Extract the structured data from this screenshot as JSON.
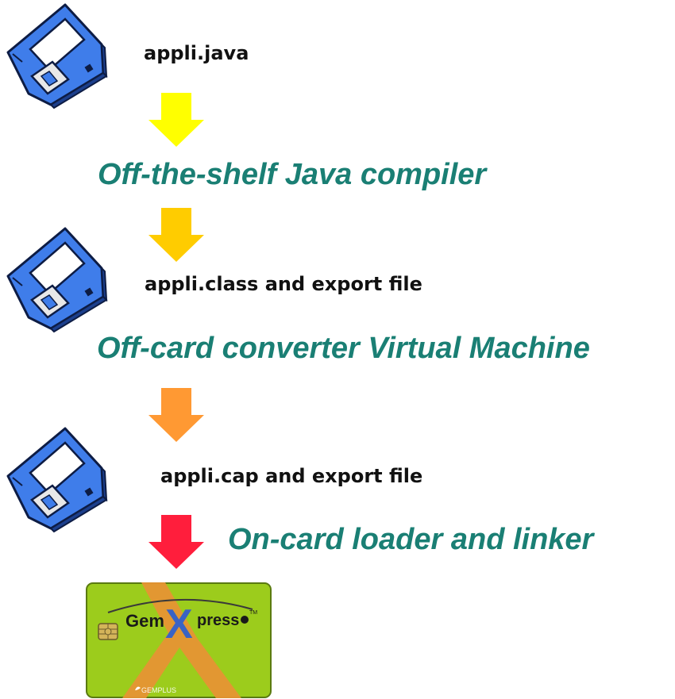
{
  "colors": {
    "tool_text": "#1a7f74",
    "floppy_body": "#3f7dea",
    "floppy_dark": "#1c3f8c",
    "card_green": "#9ccc1c",
    "card_x_orange": "#e69434",
    "card_x_blue": "#3a63c4",
    "arrow_1": "#ffff00",
    "arrow_2": "#ffcc00",
    "arrow_3": "#ff9933",
    "arrow_4": "#ff1e3c"
  },
  "steps": [
    {
      "icon": "floppy-disk-icon",
      "file_main": "appli.java",
      "file_rest": ""
    },
    {
      "icon": "floppy-disk-icon",
      "file_main": "appli.class",
      "file_rest": " and export file"
    },
    {
      "icon": "floppy-disk-icon",
      "file_main": "appli.cap",
      "file_rest": " and export file"
    }
  ],
  "tools": [
    {
      "label": "Off-the-shelf Java compiler",
      "arrow_color": "yellow"
    },
    {
      "label": "Off-card converter Virtual Machine",
      "arrow_color": "orange-yellow"
    },
    {
      "label": "On-card loader and linker",
      "arrow_color": "red"
    }
  ],
  "card": {
    "icon": "gemxpress-smart-card-icon",
    "brand_left": "Gem",
    "brand_x": "X",
    "brand_right": "press",
    "trademark": "TM",
    "maker": "GEMPLUS"
  }
}
